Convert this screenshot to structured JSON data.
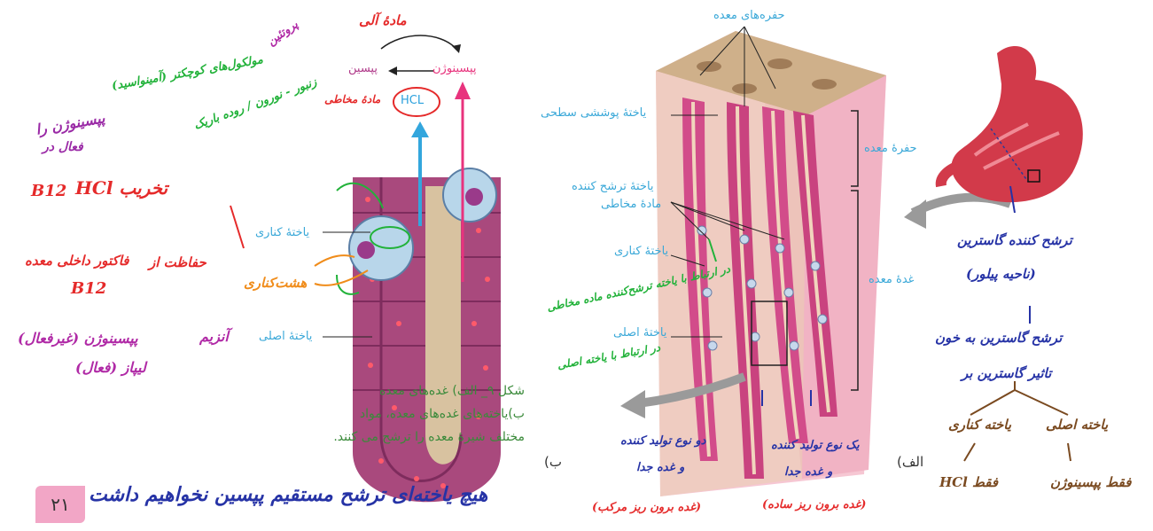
{
  "page_number": "۲۱",
  "figure_labels": {
    "a": "الف)",
    "b": "ب)"
  },
  "caption": {
    "line1": "شکل ۹_ الف) غده‌های معده",
    "line2": "ب)یاخته‌های غده‌های معده، مواد",
    "line3": "مختلف شیرهٔ معده را ترشح می کنند."
  },
  "diagram_a": {
    "gastric_pits_top": "حفره‌های معده",
    "surface_cell": "یاختهٔ پوششی سطحی",
    "gastric_pit": "حفرهٔ معده",
    "mucus_cell_1": "یاختهٔ ترشح کننده",
    "mucus_cell_2": "مادهٔ مخاطی",
    "parietal_cell": "یاختهٔ کناری",
    "gastric_gland": "غدهٔ معده",
    "chief_cell": "یاختهٔ اصلی"
  },
  "diagram_b": {
    "parietal_cell": "یاختهٔ کناری",
    "chief_cell": "یاختهٔ اصلی",
    "pepsin": "پپسین",
    "pepsinogen": "پپسینوژن",
    "hcl": "HCL"
  },
  "notes": {
    "organic_matter": "مادهٔ آلی",
    "protein": "پروتئین",
    "mucus_material": "مادهٔ مخاطی",
    "amino_acids": "مولکول‌های کوچکتر (آمینواسید)",
    "flow_text": "زنبور - نورون / روده باریک",
    "pepsinogen_active_1": "پپسینوژن را",
    "pepsinogen_active_2": "فعال در",
    "destroy_b12": "تخریب HCl",
    "b12": "B12",
    "intrinsic_factor": "فاکتور داخلی معده",
    "protect_b12": "حفاظت از",
    "enzyme": "آنزیم",
    "pepsinogen_inactive": "پپسینوژن (غیرفعال)",
    "lipase": "لیپاز (فعال)",
    "hashtkonari": "هشت‌کناری",
    "mucus_chief_note": "در ارتباط با یاخته ترشح‌کننده ماده مخاطی",
    "chief_note": "در ارتباط با یاخته اصلی",
    "two_types": "دو نوع تولید کننده",
    "separate_1": "و غده جدا",
    "complex_gland": "(غده برون ریز مرکب)",
    "one_type": "یک نوع تولید کننده",
    "separate_2": "و غده جدا",
    "simple_gland": "(غده برون ریز ساده)",
    "gastrin_secreting": "ترشح کننده گاسترین",
    "pylorus_region": "(ناحیه پیلور)",
    "gastrin_to_blood": "ترشح گاسترین به خون",
    "gastrin_effect": "تاثیر گاسترین بر",
    "chief_cell": "یاخته اصلی",
    "parietal_cell": "یاخته کناری",
    "only_pepsinogen": "فقط پپسینوژن",
    "only_hcl": "فقط HCl",
    "bottom_line": "هیچ یاخته‌ای ترشح مستقیم پپسین نخواهیم داشت"
  }
}
